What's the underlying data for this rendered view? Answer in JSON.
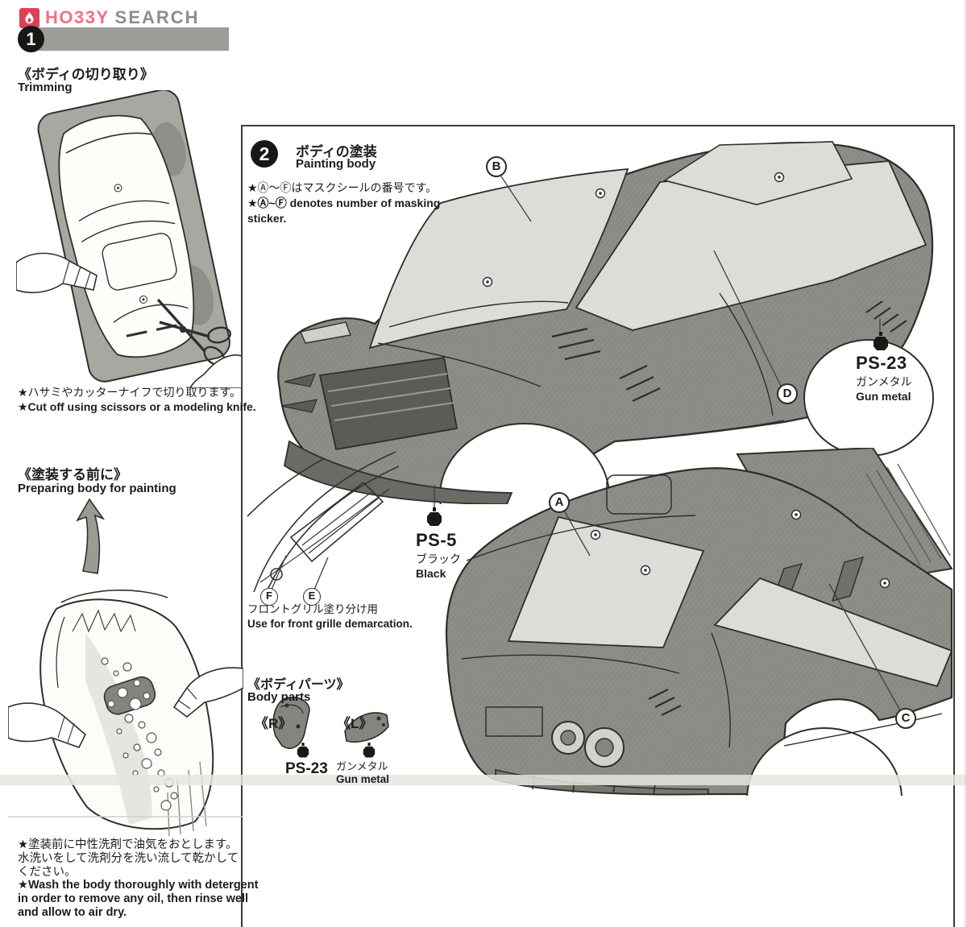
{
  "brand": {
    "name_stylized": "HO33Y",
    "name_rest": "SEARCH",
    "icon": "flame-icon"
  },
  "colors": {
    "brand_pink": "#ef7287",
    "brand_red": "#dd4154",
    "brand_gray": "#8d8d8b",
    "header_bar_gray": "#9d9d98",
    "body_gray": "#8e8e89",
    "window_gray": "#dcdcd8",
    "line_ink": "#2d2d2a"
  },
  "step1": {
    "number": "1",
    "title_jp": "《ボディの切り取り》",
    "title_en": "Trimming",
    "note_jp": "★ハサミやカッターナイフで切り取ります。",
    "note_en": "★Cut off using scissors or a modeling knife."
  },
  "prep": {
    "title_jp": "《塗装する前に》",
    "title_en": "Preparing body for painting",
    "note_jp1": "★塗装前に中性洗剤で油気をおとします。",
    "note_jp2": "水洗いをして洗剤分を洗い流して乾かして",
    "note_jp3": "ください。",
    "note_en1": "★Wash the body thoroughly with detergent",
    "note_en2": "in order to remove any oil, then rinse well",
    "note_en3": "and allow to air dry."
  },
  "step2": {
    "number": "2",
    "title_jp": "ボディの塗装",
    "title_en": "Painting body",
    "mask_note_jp": "★Ⓐ～Ⓕはマスクシールの番号です。",
    "mask_note_en1": "★Ⓐ~Ⓕ denotes number of masking",
    "mask_note_en2": "sticker."
  },
  "markers": {
    "a": "A",
    "b": "B",
    "c": "C",
    "d": "D",
    "e": "E",
    "f": "F"
  },
  "paints": {
    "top_ps23": {
      "code": "PS-23",
      "name_jp": "ガンメタル",
      "name_en": "Gun metal"
    },
    "ps5": {
      "code": "PS-5",
      "name_jp": "ブラック",
      "name_en": "Black"
    },
    "parts_ps23": {
      "code": "PS-23",
      "name_jp": "ガンメタル",
      "name_en": "Gun metal"
    }
  },
  "grille_note": {
    "jp": "フロントグリル塗り分け用",
    "en": "Use for front grille demarcation."
  },
  "body_parts": {
    "title_jp": "《ボディパーツ》",
    "title_en": "Body parts",
    "right": "《R》",
    "left": "《L》"
  }
}
